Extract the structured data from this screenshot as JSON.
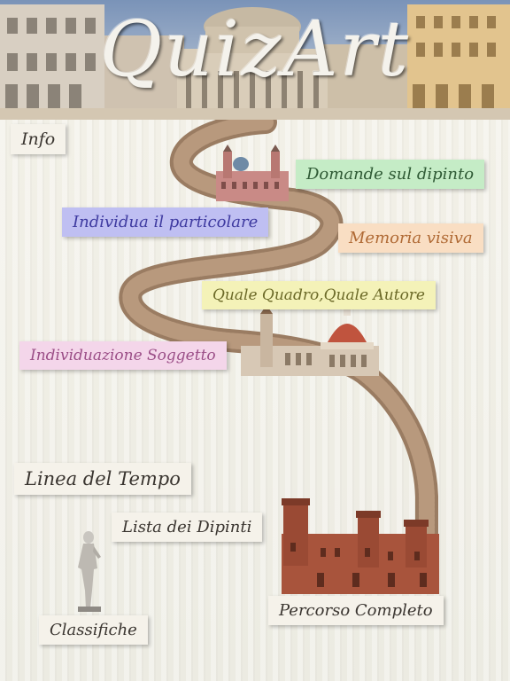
{
  "app": {
    "title": "QuizArt"
  },
  "menu": {
    "info": "Info",
    "domande": "Domande sul dipinto",
    "individua": "Individua il particolare",
    "memoria": "Memoria visiva",
    "quale": "Quale Quadro,Quale Autore",
    "soggetto": "Individuazione Soggetto",
    "linea": "Linea del Tempo",
    "lista": "Lista dei Dipinti",
    "percorso": "Percorso  Completo",
    "classifiche": "Classifiche"
  },
  "colors": {
    "green": "#c5ecc6",
    "blue": "#bfbff2",
    "orange": "#f9dec3",
    "yellow": "#f4f2b8",
    "pink": "#f4d6ea",
    "path": "#9a7c62"
  }
}
